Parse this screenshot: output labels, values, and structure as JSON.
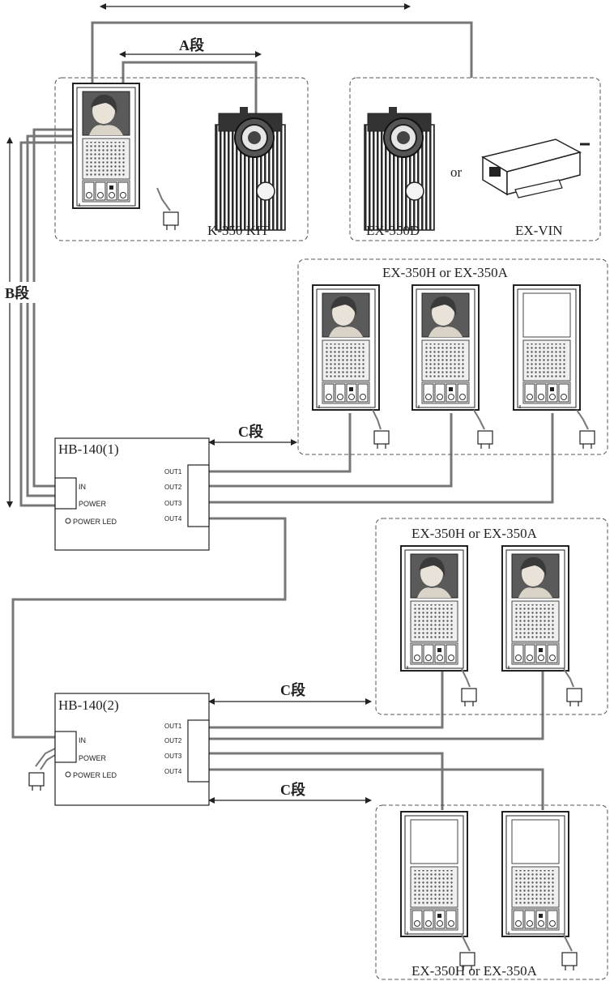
{
  "labels": {
    "segment_a": "A段",
    "segment_b": "B段",
    "segment_c": "C段",
    "kit": "K-350 KIT",
    "ex350d": "EX-350D",
    "or": "or",
    "exvin": "EX-VIN",
    "group_monitors": "EX-350H or EX-350A",
    "hub1": "HB-140(1)",
    "hub2": "HB-140(2)",
    "port_in": "IN",
    "port_power": "POWER",
    "power_led": "POWER LED",
    "out1": "OUT1",
    "out2": "OUT2",
    "out3": "OUT3",
    "out4": "OUT4"
  },
  "colors": {
    "wire": "#777777",
    "outline": "#222222",
    "dashed_border": "#555555",
    "speaker_grille": "#c8c8c8",
    "camera_body": "#333333"
  }
}
